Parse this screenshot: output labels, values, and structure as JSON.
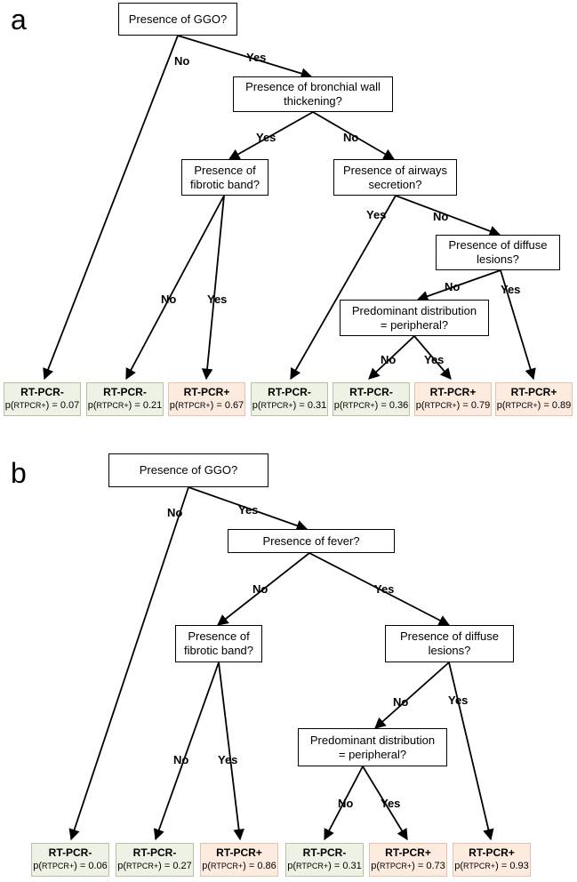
{
  "panel_a": {
    "letter": "a",
    "questions": {
      "ggo": "Presence of GGO?",
      "bronchial_l1": "Presence of bronchial wall",
      "bronchial_l2": "thickening?",
      "fibrotic_l1": "Presence of",
      "fibrotic_l2": "fibrotic band?",
      "airways_l1": "Presence of airways",
      "airways_l2": "secretion?",
      "diffuse_l1": "Presence of diffuse",
      "diffuse_l2": "lesions?",
      "predominant_l1": "Predominant distribution",
      "predominant_l2": "= peripheral?"
    },
    "edges": {
      "ggo_no": "No",
      "ggo_yes": "Yes",
      "bronchial_yes": "Yes",
      "bronchial_no": "No",
      "fibrotic_no": "No",
      "fibrotic_yes": "Yes",
      "airways_yes": "Yes",
      "airways_no": "No",
      "diffuse_no": "No",
      "diffuse_yes": "Yes",
      "predominant_no": "No",
      "predominant_yes": "Yes"
    },
    "leaves": [
      {
        "result": "RT-PCR-",
        "prob_prefix": "p(",
        "prob_sub": "RTPCR+",
        "prob_value": ") = 0.07"
      },
      {
        "result": "RT-PCR-",
        "prob_prefix": "p(",
        "prob_sub": "RTPCR+",
        "prob_value": ") = 0.21"
      },
      {
        "result": "RT-PCR+",
        "prob_prefix": "p(",
        "prob_sub": "RTPCR+",
        "prob_value": ") = 0.67"
      },
      {
        "result": "RT-PCR-",
        "prob_prefix": "p(",
        "prob_sub": "RTPCR+",
        "prob_value": ") = 0.31"
      },
      {
        "result": "RT-PCR-",
        "prob_prefix": "p(",
        "prob_sub": "RTPCR+",
        "prob_value": ") = 0.36"
      },
      {
        "result": "RT-PCR+",
        "prob_prefix": "p(",
        "prob_sub": "RTPCR+",
        "prob_value": ") = 0.79"
      },
      {
        "result": "RT-PCR+",
        "prob_prefix": "p(",
        "prob_sub": "RTPCR+",
        "prob_value": ") = 0.89"
      }
    ]
  },
  "panel_b": {
    "letter": "b",
    "questions": {
      "ggo": "Presence of GGO?",
      "fever": "Presence of fever?",
      "fibrotic_l1": "Presence of",
      "fibrotic_l2": "fibrotic band?",
      "diffuse_l1": "Presence of diffuse",
      "diffuse_l2": "lesions?",
      "predominant_l1": "Predominant distribution",
      "predominant_l2": "= peripheral?"
    },
    "edges": {
      "ggo_no": "No",
      "ggo_yes": "Yes",
      "fever_no": "No",
      "fever_yes": "Yes",
      "fibrotic_no": "No",
      "fibrotic_yes": "Yes",
      "diffuse_no": "No",
      "diffuse_yes": "Yes",
      "predominant_no": "No",
      "predominant_yes": "Yes"
    },
    "leaves": [
      {
        "result": "RT-PCR-",
        "prob_prefix": "p(",
        "prob_sub": "RTPCR+",
        "prob_value": ") = 0.06"
      },
      {
        "result": "RT-PCR-",
        "prob_prefix": "p(",
        "prob_sub": "RTPCR+",
        "prob_value": ") = 0.27"
      },
      {
        "result": "RT-PCR+",
        "prob_prefix": "p(",
        "prob_sub": "RTPCR+",
        "prob_value": ") = 0.86"
      },
      {
        "result": "RT-PCR-",
        "prob_prefix": "p(",
        "prob_sub": "RTPCR+",
        "prob_value": ") = 0.31"
      },
      {
        "result": "RT-PCR+",
        "prob_prefix": "p(",
        "prob_sub": "RTPCR+",
        "prob_value": ") = 0.73"
      },
      {
        "result": "RT-PCR+",
        "prob_prefix": "p(",
        "prob_sub": "RTPCR+",
        "prob_value": ") = 0.93"
      }
    ]
  },
  "colors": {
    "negative_fill": "#eef2e4",
    "positive_fill": "#fdebe0",
    "line": "#000000"
  }
}
